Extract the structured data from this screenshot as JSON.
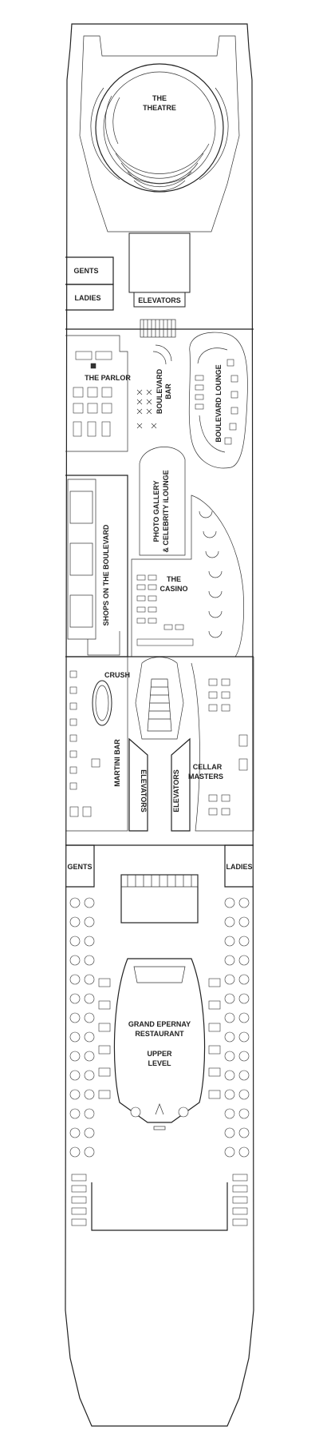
{
  "labels": {
    "theatre_1": "THE",
    "theatre_2": "THEATRE",
    "gents_top": "GENTS",
    "ladies_top": "LADIES",
    "elevators_top": "ELEVATORS",
    "parlor": "THE PARLOR",
    "boulevard_bar_1": "BOULEVARD",
    "boulevard_bar_2": "BAR",
    "boulevard_lounge": "BOULEVARD LOUNGE",
    "photo_gallery_1": "PHOTO GALLERY",
    "photo_gallery_2": "& CELEBRITY iLOUNGE",
    "shops": "SHOPS ON THE BOULEVARD",
    "casino_1": "THE",
    "casino_2": "CASINO",
    "crush": "CRUSH",
    "martini_bar": "MARTINI BAR",
    "elevators_left": "ELEVATORS",
    "elevators_right": "ELEVATORS",
    "cellar_1": "CELLAR",
    "cellar_2": "MASTERS",
    "gents_bottom": "GENTS",
    "ladies_bottom": "LADIES",
    "restaurant_1": "GRAND EPERNAY",
    "restaurant_2": "RESTAURANT",
    "upper_1": "UPPER",
    "upper_2": "LEVEL"
  }
}
